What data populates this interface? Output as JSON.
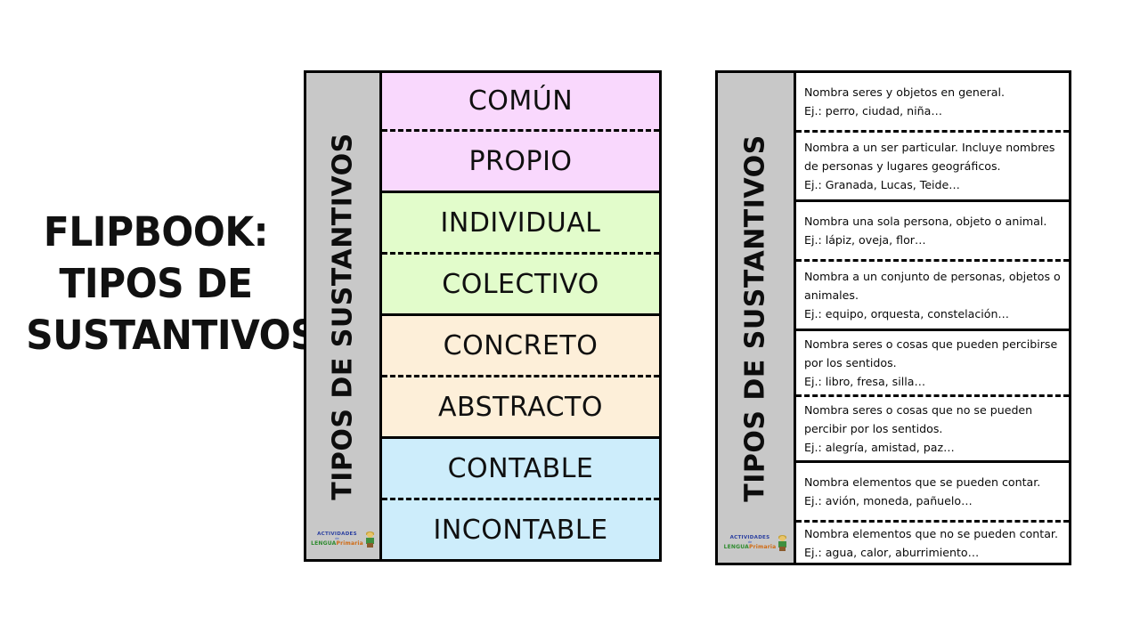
{
  "title": {
    "line1": "FLIPBOOK:",
    "line2": "TIPOS DE",
    "line3": "SUSTANTIVOS"
  },
  "spine": {
    "label": "TIPOS DE SUSTANTIVOS"
  },
  "logo": {
    "line1": "ACTIVIDADES",
    "line2": "de",
    "line3_word1": "LENGUA",
    "line3_word2": "Primaria"
  },
  "colors": {
    "pink": "#F9D8FD",
    "green": "#E2FCCB",
    "cream": "#FDEFD9",
    "blue": "#CDEDFB",
    "spine_gray": "#C8C8C8",
    "border": "#000000"
  },
  "left_panel": {
    "flaps": [
      {
        "label": "COMÚN",
        "color": "#F9D8FD",
        "divider": "dashed"
      },
      {
        "label": "PROPIO",
        "color": "#F9D8FD",
        "divider": "solid"
      },
      {
        "label": "INDIVIDUAL",
        "color": "#E2FCCB",
        "divider": "dashed"
      },
      {
        "label": "COLECTIVO",
        "color": "#E2FCCB",
        "divider": "solid"
      },
      {
        "label": "CONCRETO",
        "color": "#FDEFD9",
        "divider": "dashed"
      },
      {
        "label": "ABSTRACTO",
        "color": "#FDEFD9",
        "divider": "solid"
      },
      {
        "label": "CONTABLE",
        "color": "#CDEDFB",
        "divider": "dashed"
      },
      {
        "label": "INCONTABLE",
        "color": "#CDEDFB",
        "divider": "none"
      }
    ]
  },
  "right_panel": {
    "flaps": [
      {
        "l1": "Nombra seres y objetos en general.",
        "l2": "Ej.: perro, ciudad, niña…",
        "l3": "",
        "divider": "dashed"
      },
      {
        "l1": "Nombra a un ser particular. Incluye nombres",
        "l2": "de personas y lugares geográficos.",
        "l3": "Ej.: Granada, Lucas, Teide…",
        "divider": "solid"
      },
      {
        "l1": "Nombra una sola persona, objeto o animal.",
        "l2": "Ej.: lápiz, oveja, flor…",
        "l3": "",
        "divider": "dashed"
      },
      {
        "l1": "Nombra a un conjunto de personas, objetos o",
        "l2": "animales.",
        "l3": "Ej.: equipo, orquesta, constelación…",
        "divider": "solid"
      },
      {
        "l1": "Nombra seres o cosas que pueden percibirse",
        "l2": "por los sentidos.",
        "l3": "Ej.: libro, fresa, silla…",
        "divider": "dashed"
      },
      {
        "l1": "Nombra seres o cosas que no se pueden",
        "l2": "percibir por los sentidos.",
        "l3": "Ej.: alegría, amistad, paz…",
        "divider": "solid"
      },
      {
        "l1": "Nombra elementos que se pueden contar.",
        "l2": "Ej.: avión, moneda, pañuelo…",
        "l3": "",
        "divider": "dashed"
      },
      {
        "l1": "Nombra elementos que no se pueden contar.",
        "l2": "Ej.: agua, calor, aburrimiento…",
        "l3": "",
        "divider": "none"
      }
    ]
  }
}
